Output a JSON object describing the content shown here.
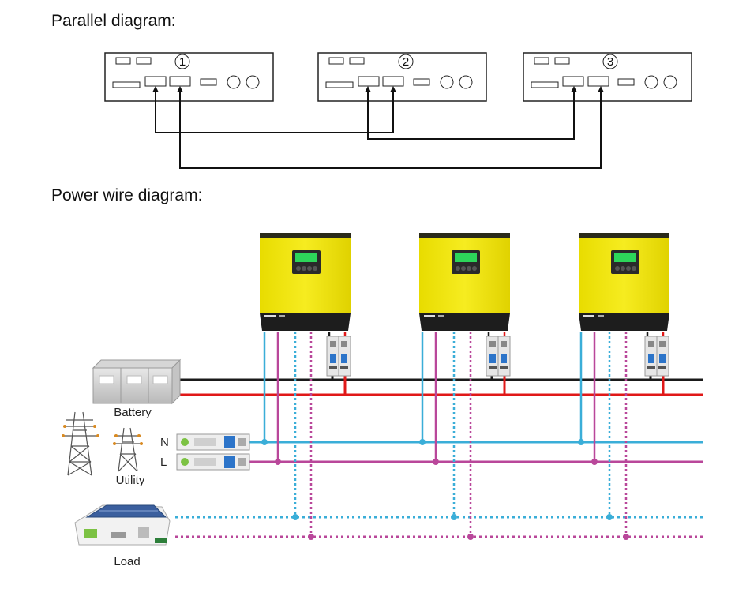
{
  "titles": {
    "parallel": "Parallel diagram:",
    "power": "Power wire diagram:"
  },
  "parallel_units": [
    {
      "number": "1"
    },
    {
      "number": "2"
    },
    {
      "number": "3"
    }
  ],
  "labels": {
    "battery": "Battery",
    "utility": "Utility",
    "load": "Load",
    "neutral": "N",
    "line": "L"
  },
  "colors": {
    "inverter_body": "#f2e600",
    "battery_negative": "#1a1a1a",
    "battery_positive": "#e01818",
    "neutral_wire": "#3aaed8",
    "line_wire": "#b9479a",
    "lcd": "#2dd65a"
  }
}
